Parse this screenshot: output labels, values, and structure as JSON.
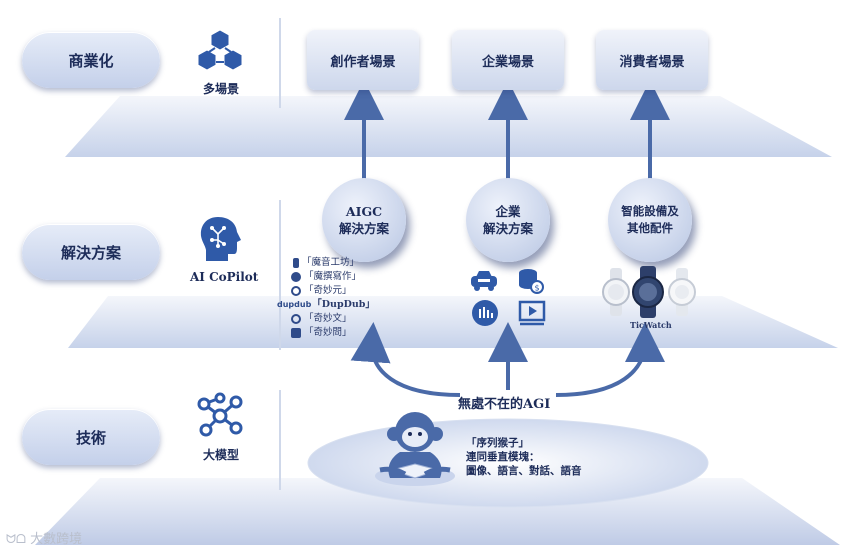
{
  "layers": [
    {
      "id": "commercial",
      "label": "商業化",
      "icon": "cubes-network-icon",
      "icon_label": "多場景"
    },
    {
      "id": "solutions",
      "label": "解決方案",
      "icon": "ai-head-icon",
      "icon_label": "AI CoPilot"
    },
    {
      "id": "technology",
      "label": "技術",
      "icon": "network-nodes-icon",
      "icon_label": "大模型"
    }
  ],
  "scenarios": [
    "創作者場景",
    "企業場景",
    "消費者場景"
  ],
  "solutions": [
    {
      "line1": "AIGC",
      "line2": "解決方案"
    },
    {
      "line1": "企業",
      "line2": "解決方案"
    },
    {
      "line1": "智能設備及",
      "line2": "其他配件"
    }
  ],
  "products": [
    "「魔音工坊」",
    "「魔撰寫作」",
    "「奇妙元」",
    "「DupDub」",
    "「奇妙文」",
    "「奇妙問」"
  ],
  "products_logo": "dupdub",
  "enterprise_apps": [
    "car-icon",
    "coins-icon",
    "audio-bars-icon",
    "video-play-icon"
  ],
  "device_brand": "TicWatch",
  "agi_label": "無處不在的AGI",
  "model": {
    "name": "「序列猴子」",
    "line2": "連同垂直模塊：",
    "line3": "圖像、語言、對話、語音"
  },
  "watermark": "大數跨境",
  "colors": {
    "dark_blue": "#1d2c59",
    "accent": "#4a6aa8",
    "platform": "#dbe3f3"
  }
}
